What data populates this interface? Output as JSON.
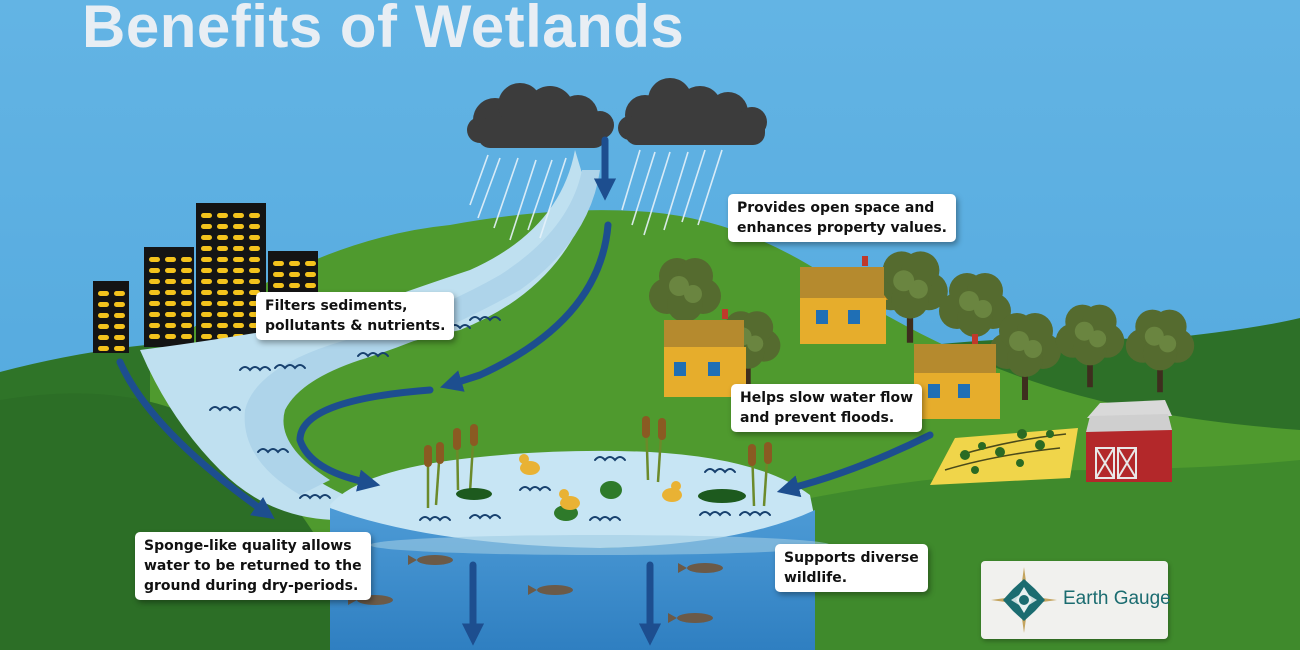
{
  "title": "Benefits of Wetlands",
  "callouts": {
    "open_space": "Provides open space and\nenhances property values.",
    "filters": "Filters sediments,\npollutants & nutrients.",
    "slow_flow": "Helps slow water flow\nand prevent floods.",
    "sponge": "Sponge-like  quality allows\nwater to be returned to the\nground during dry-periods.",
    "wildlife": "Supports diverse\nwildlife."
  },
  "logo": {
    "name": "Earth Gauge"
  },
  "colors": {
    "sky": "#5aaee0",
    "hill_light": "#4f9a2e",
    "hill_dark": "#2c6e26",
    "water_light": "#bfe0f0",
    "water_deep": "#3f8fcf",
    "arrow": "#1d4e8f",
    "cloud": "#3c3c3c",
    "building": "#141414",
    "window": "#f4c31c",
    "house": "#e6ad2c",
    "barn": "#b3282a",
    "field": "#f0d54a",
    "logo_teal": "#1b6c70",
    "logo_gold": "#c4a45e"
  }
}
